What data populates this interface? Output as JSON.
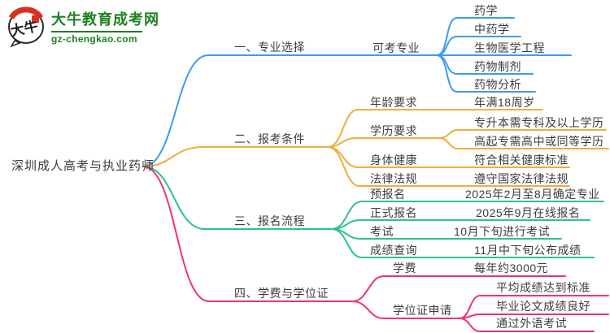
{
  "logo": {
    "icon_chars": "大牛",
    "title": "大牛教育成考网",
    "domain": "gz-chengkao.com",
    "green": "#1f8021",
    "red": "#d8321f"
  },
  "palette": {
    "branch1": "#3e9bf2",
    "branch2": "#f0ad3a",
    "branch3": "#2cc28c",
    "branch4": "#f03179",
    "text": "#3d3d3d"
  },
  "root": {
    "label": "深圳成人高考与执业药师"
  },
  "branches": [
    {
      "label": "一、专业选择",
      "children": [
        {
          "label": "可考专业",
          "children": [
            {
              "label": "药学"
            },
            {
              "label": "中药学"
            },
            {
              "label": "生物医学工程"
            },
            {
              "label": "药物制剂"
            },
            {
              "label": "药物分析"
            }
          ]
        }
      ]
    },
    {
      "label": "二、报考条件",
      "children": [
        {
          "label": "年龄要求",
          "children": [
            {
              "label": "年满18周岁"
            }
          ]
        },
        {
          "label": "学历要求",
          "children": [
            {
              "label": "专升本需专科及以上学历"
            },
            {
              "label": "高起专需高中或同等学历"
            }
          ]
        },
        {
          "label": "身体健康",
          "children": [
            {
              "label": "符合相关健康标准"
            }
          ]
        },
        {
          "label": "法律法规",
          "children": [
            {
              "label": "遵守国家法律法规"
            }
          ]
        }
      ]
    },
    {
      "label": "三、报名流程",
      "children": [
        {
          "label": "预报名",
          "children": [
            {
              "label": "2025年2月至8月确定专业"
            }
          ]
        },
        {
          "label": "正式报名",
          "children": [
            {
              "label": "2025年9月在线报名"
            }
          ]
        },
        {
          "label": "考试",
          "children": [
            {
              "label": "10月下旬进行考试"
            }
          ]
        },
        {
          "label": "成绩查询",
          "children": [
            {
              "label": "11月中下旬公布成绩"
            }
          ]
        }
      ]
    },
    {
      "label": "四、学费与学位证",
      "children": [
        {
          "label": "学费",
          "children": [
            {
              "label": "每年约3000元"
            }
          ]
        },
        {
          "label": "学位证申请",
          "children": [
            {
              "label": "平均成绩达到标准"
            },
            {
              "label": "毕业论文成绩良好"
            },
            {
              "label": "通过外语考试"
            }
          ]
        }
      ]
    }
  ]
}
